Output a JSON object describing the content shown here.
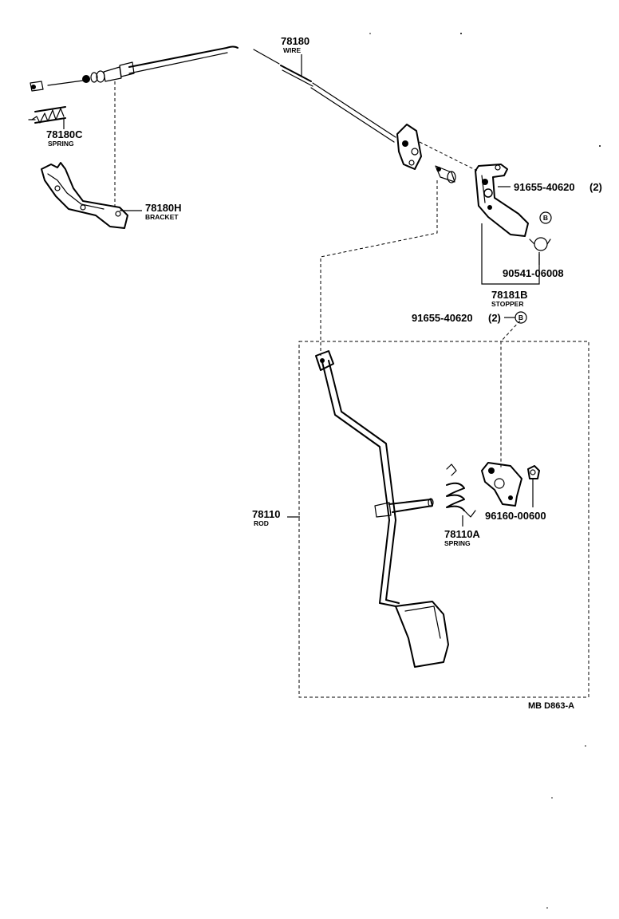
{
  "parts": {
    "wire": {
      "number": "78180",
      "name": "WIRE"
    },
    "spring_c": {
      "number": "78180C",
      "name": "SPRING"
    },
    "bracket": {
      "number": "78180H",
      "name": "BRACKET"
    },
    "clip_upper": {
      "number": "91655-40620",
      "qty": "(2)",
      "symbol": "B"
    },
    "bolt": {
      "number": "90541-06008"
    },
    "stopper": {
      "number": "78181B",
      "name": "STOPPER"
    },
    "clip_lower": {
      "number": "91655-40620",
      "qty": "(2)",
      "symbol": "B"
    },
    "rod": {
      "number": "78110",
      "name": "ROD"
    },
    "spring_a": {
      "number": "78110A",
      "name": "SPRING"
    },
    "nut": {
      "number": "96160-00600"
    }
  },
  "diagram_code": "MB D863-A"
}
